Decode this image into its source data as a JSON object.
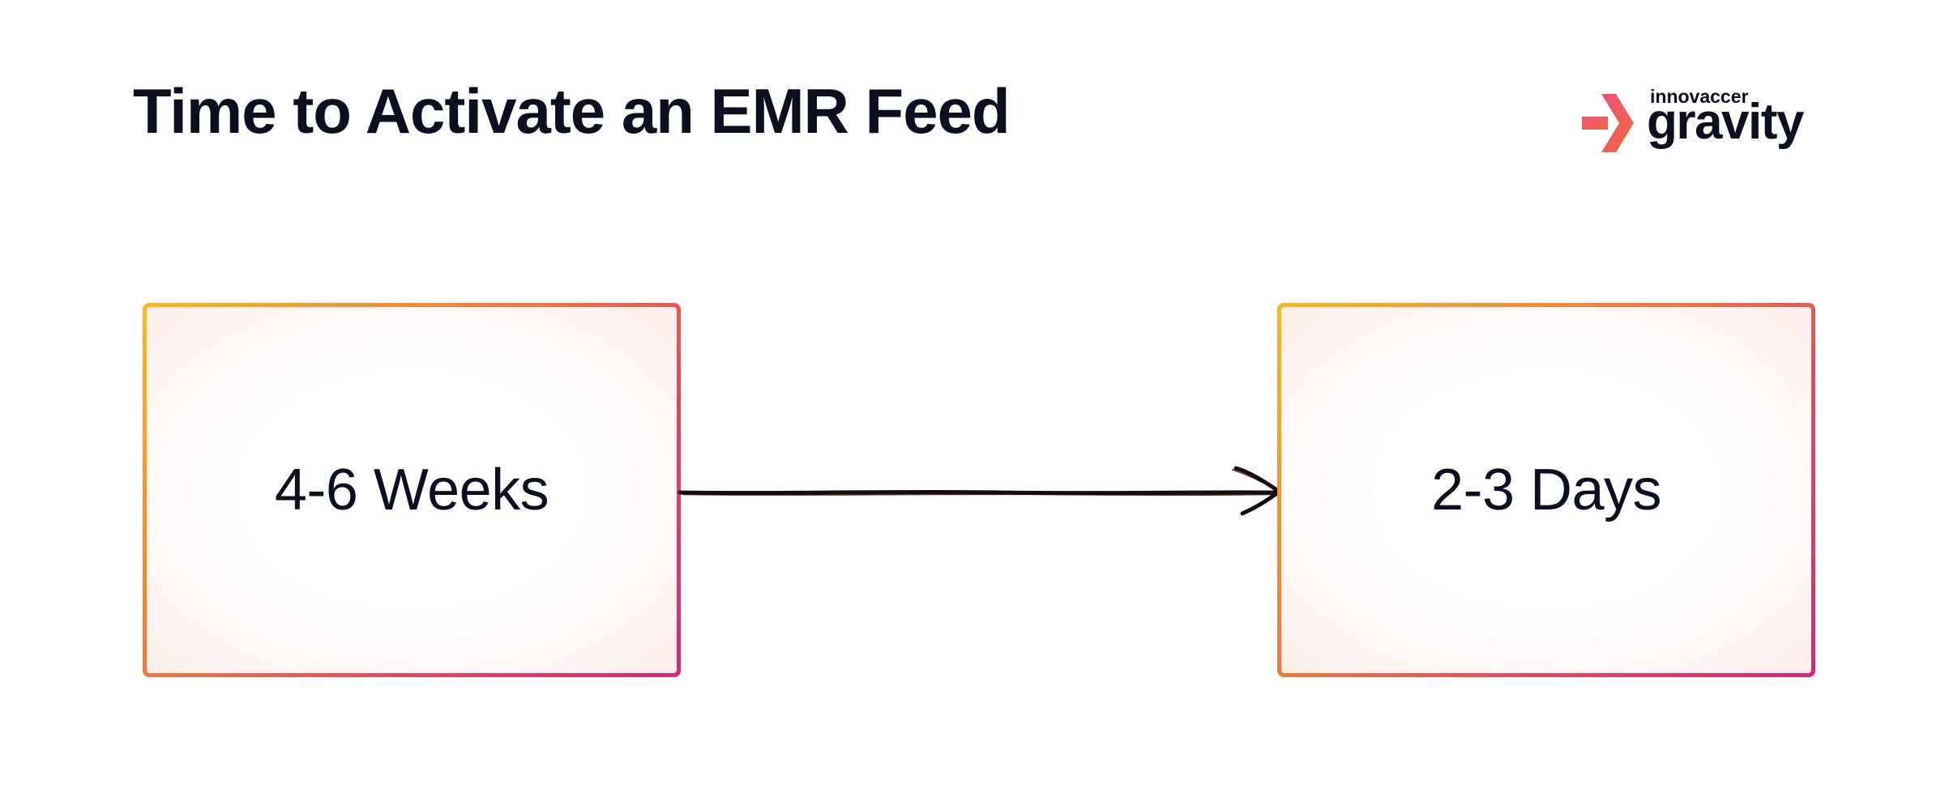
{
  "title": "Time to Activate an EMR Feed",
  "logo": {
    "small_text": "innovaccer",
    "big_text": "gravity",
    "icon": "chevron-arrow-icon",
    "colors": {
      "arrow_start": "#f0507a",
      "arrow_end": "#f06a3a"
    }
  },
  "diagram": {
    "from": {
      "label": "4-6 Weeks"
    },
    "to": {
      "label": "2-3 Days"
    },
    "connector": "hand-drawn-arrow-icon"
  },
  "colors": {
    "gradient_start": "#f8b820",
    "gradient_mid": "#f07a3a",
    "gradient_end": "#d9247e",
    "text": "#0b0f1f",
    "arrow": "#1a0a0a"
  }
}
